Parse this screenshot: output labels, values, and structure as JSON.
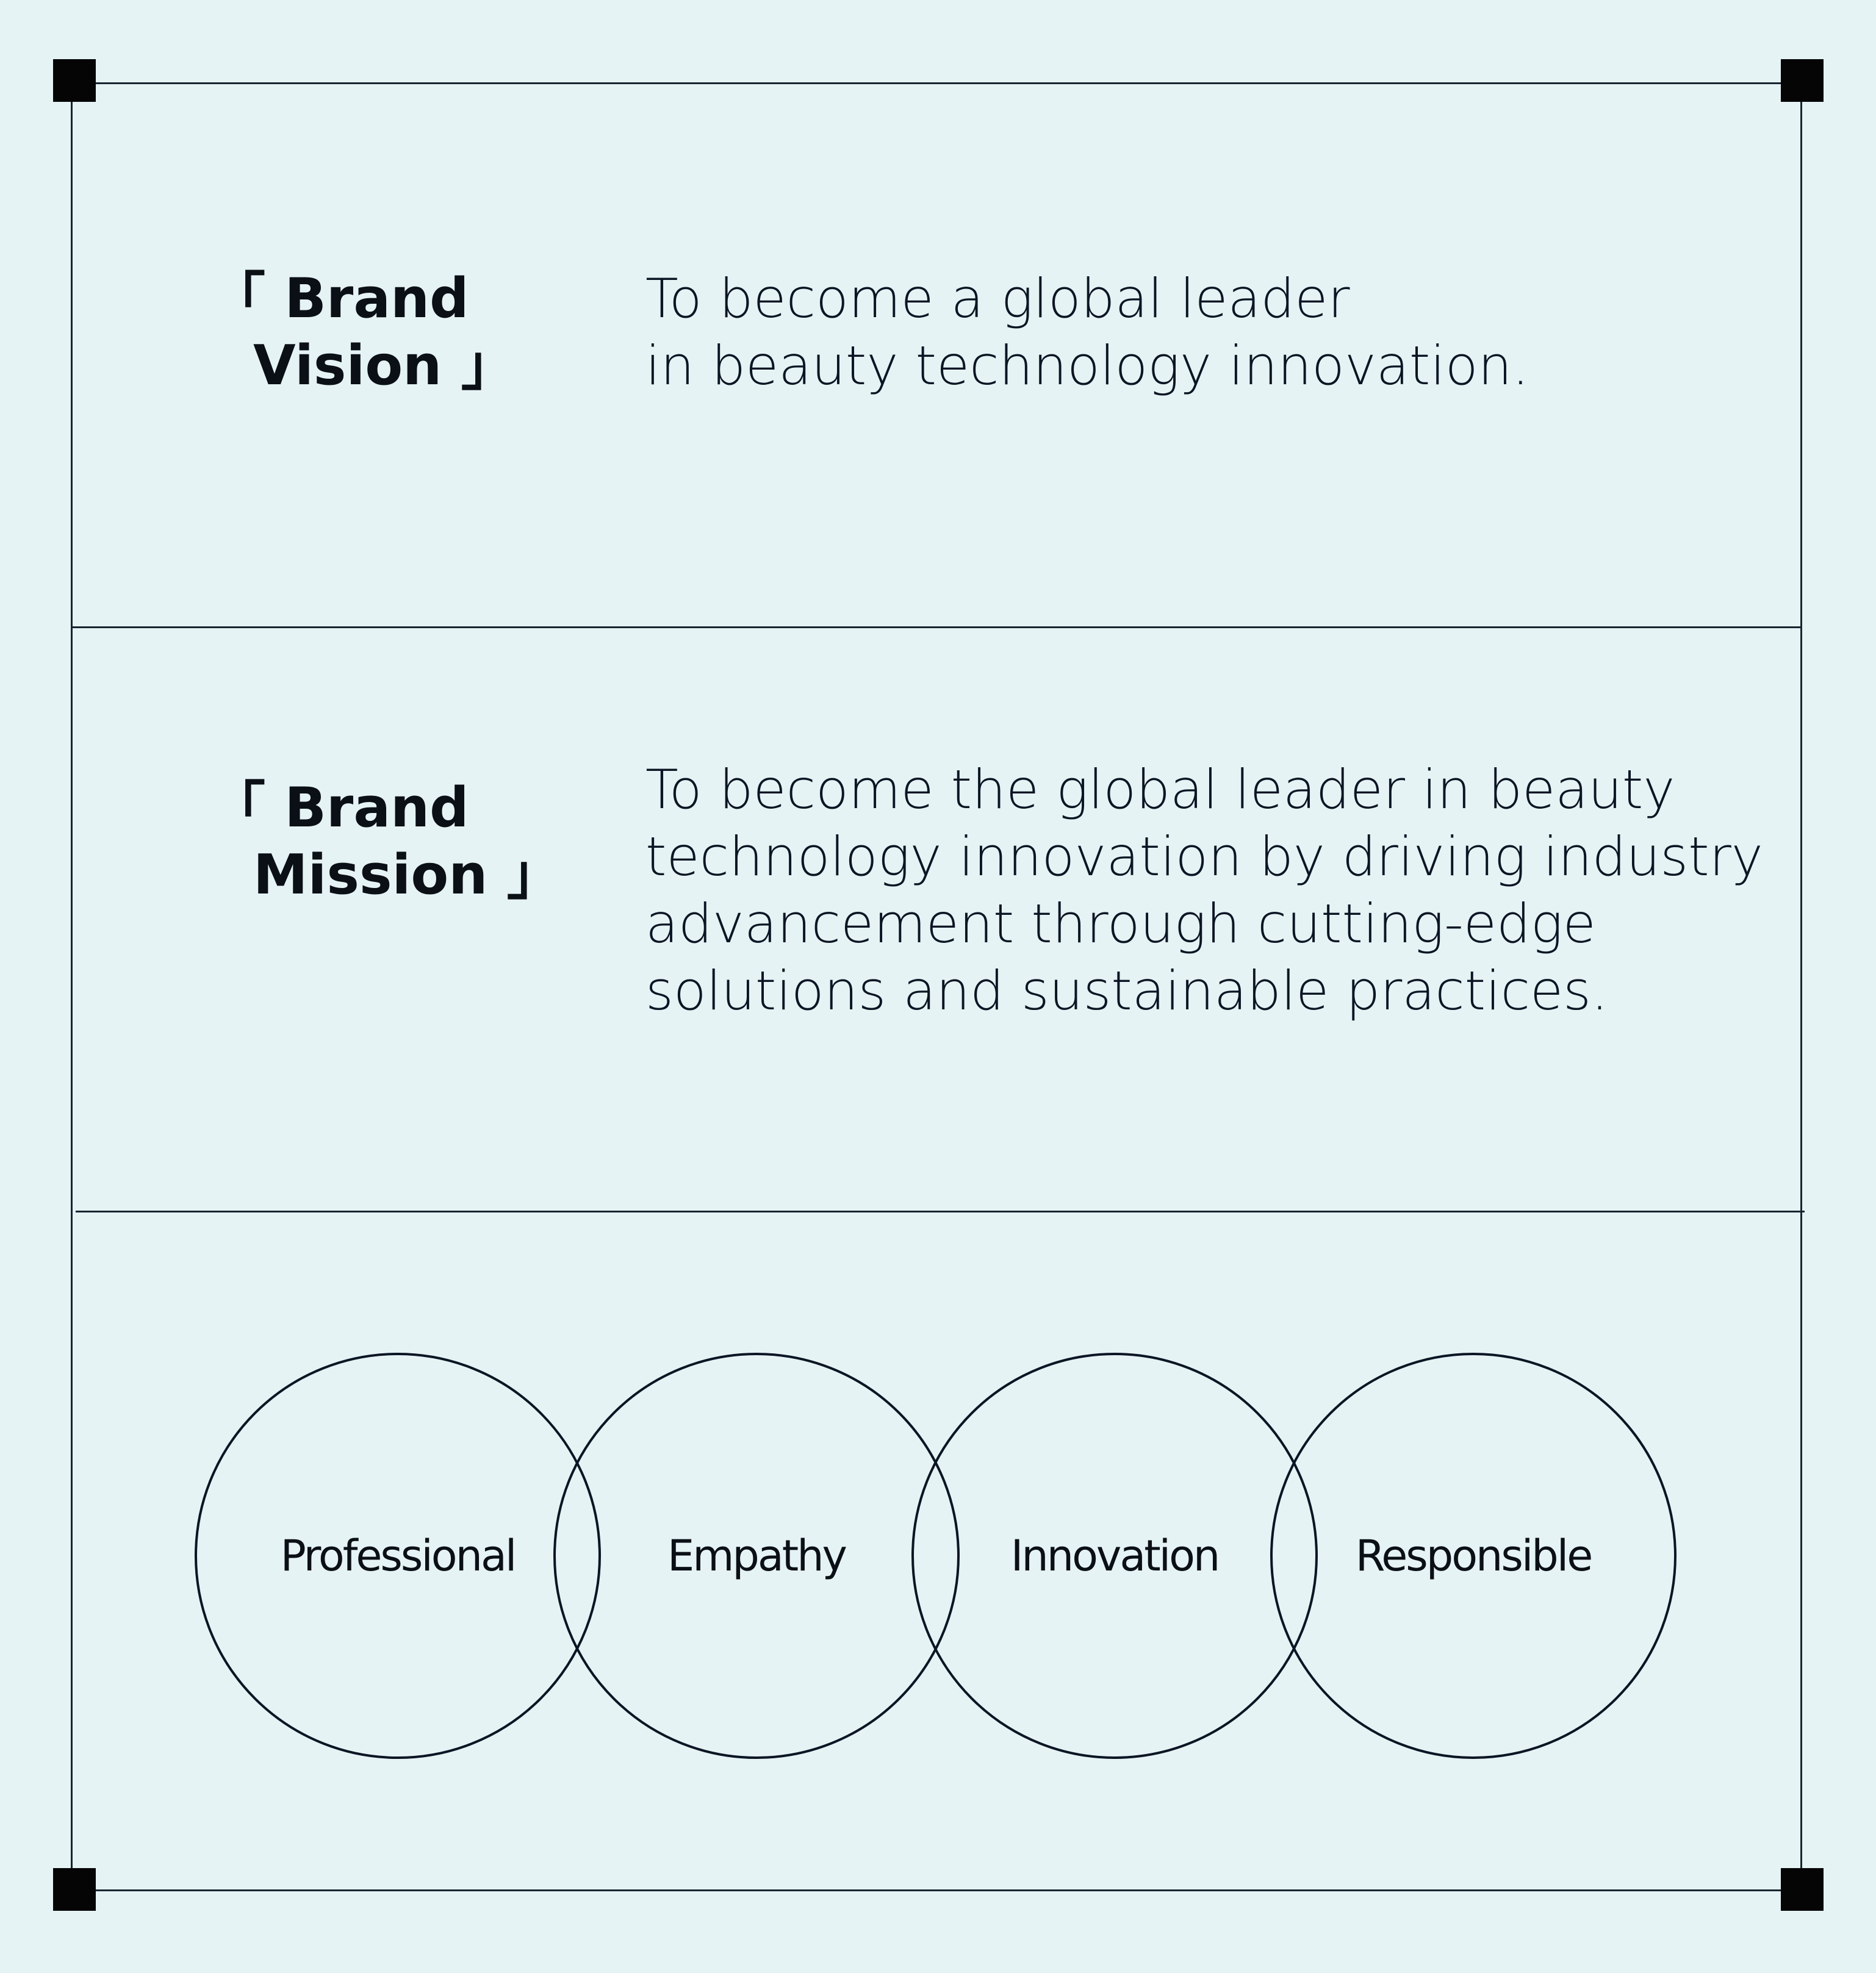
{
  "vision": {
    "label_line1": "「 Brand",
    "label_line2": "Vision 」",
    "text_lines": [
      "To become a global leader",
      "in beauty technology innovation."
    ]
  },
  "mission": {
    "label_line1": "「 Brand",
    "label_line2": "Mission 」",
    "text_lines": [
      "To become the global leader in beauty",
      "technology innovation by driving industry",
      "advancement through cutting-edge",
      "solutions and sustainable practices."
    ]
  },
  "values": [
    "Professional",
    "Empathy",
    "Innovation",
    "Responsible"
  ],
  "colors": {
    "background": "#e5f3f4",
    "line": "#1a2430",
    "corner": "#050505",
    "text": "#0b1524"
  }
}
